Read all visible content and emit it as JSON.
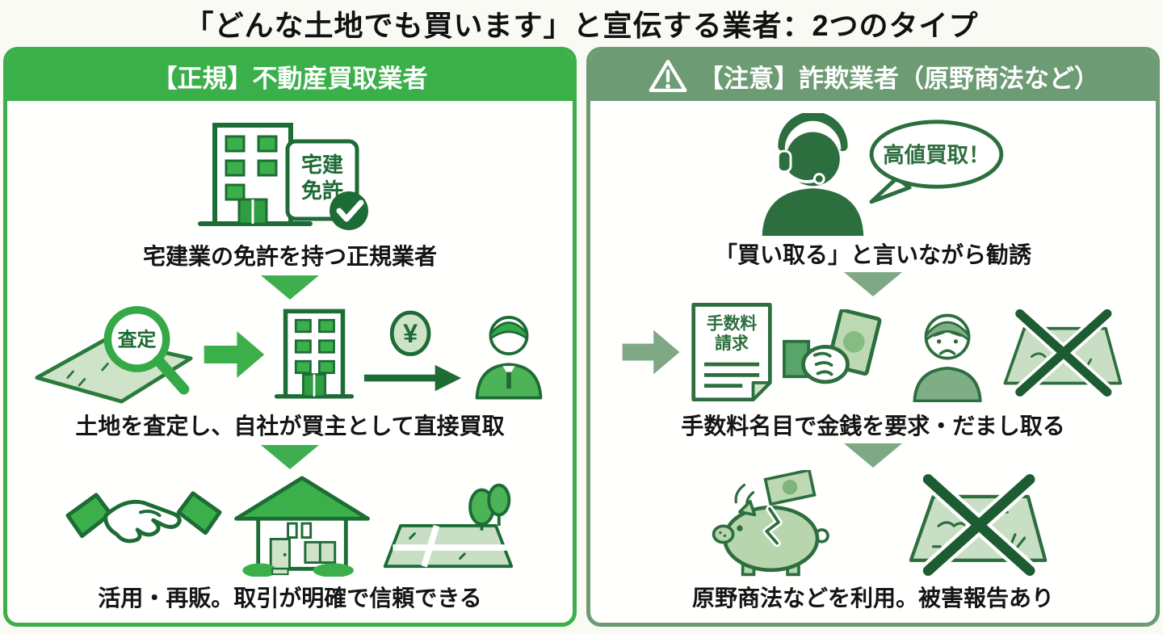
{
  "title": "「どんな土地でも買います」と宣伝する業者：2つのタイプ",
  "colors": {
    "bright_green": "#3bb04a",
    "dark_green": "#1d6b35",
    "deep_green": "#2d6e3e",
    "muted_green": "#6d9b74",
    "muted_arrow": "#7fa884",
    "light_green": "#c9dfc5",
    "leaf_green": "#4db357"
  },
  "left": {
    "header": "【正規】不動産買取業者",
    "license_card": {
      "line1": "宅建",
      "line2": "免許"
    },
    "assess_label": "査定",
    "yen_symbol": "¥",
    "captions": [
      "宅建業の免許を持つ正規業者",
      "土地を査定し、自社が買主として直接買取",
      "活用・再販。取引が明確で信頼できる"
    ]
  },
  "right": {
    "header": "【注意】詐欺業者（原野商法など）",
    "bubble_label": "高値買取！",
    "invoice_card": {
      "line1": "手数料",
      "line2": "請求"
    },
    "captions": [
      "「買い取る」と言いながら勧誘",
      "手数料名目で金銭を要求・だまし取る",
      "原野商法などを利用。被害報告あり"
    ]
  }
}
